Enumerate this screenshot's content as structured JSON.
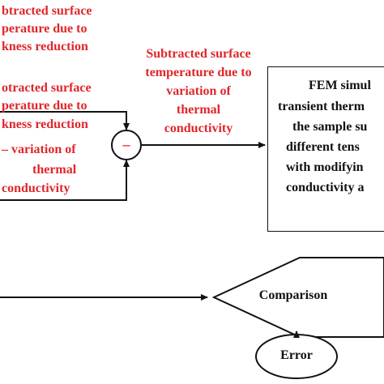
{
  "colors": {
    "accent": "#e0262b",
    "stroke": "#111111"
  },
  "diagram": {
    "label_top_left": [
      "btracted surface",
      "perature due to",
      "kness reduction"
    ],
    "label_middle_left": [
      "otracted surface",
      "perature due to",
      "kness reduction",
      "– variation of",
      "thermal",
      "conductivity"
    ],
    "label_top_center": [
      "Subtracted surface",
      "temperature due to",
      "variation of",
      "thermal",
      "conductivity"
    ],
    "operator": "–",
    "fem_box": [
      "FEM simul",
      "transient therm",
      "the sample su",
      "different tens",
      "with modifyin",
      "conductivity a"
    ],
    "comparison": "Comparison",
    "error": "Error"
  }
}
